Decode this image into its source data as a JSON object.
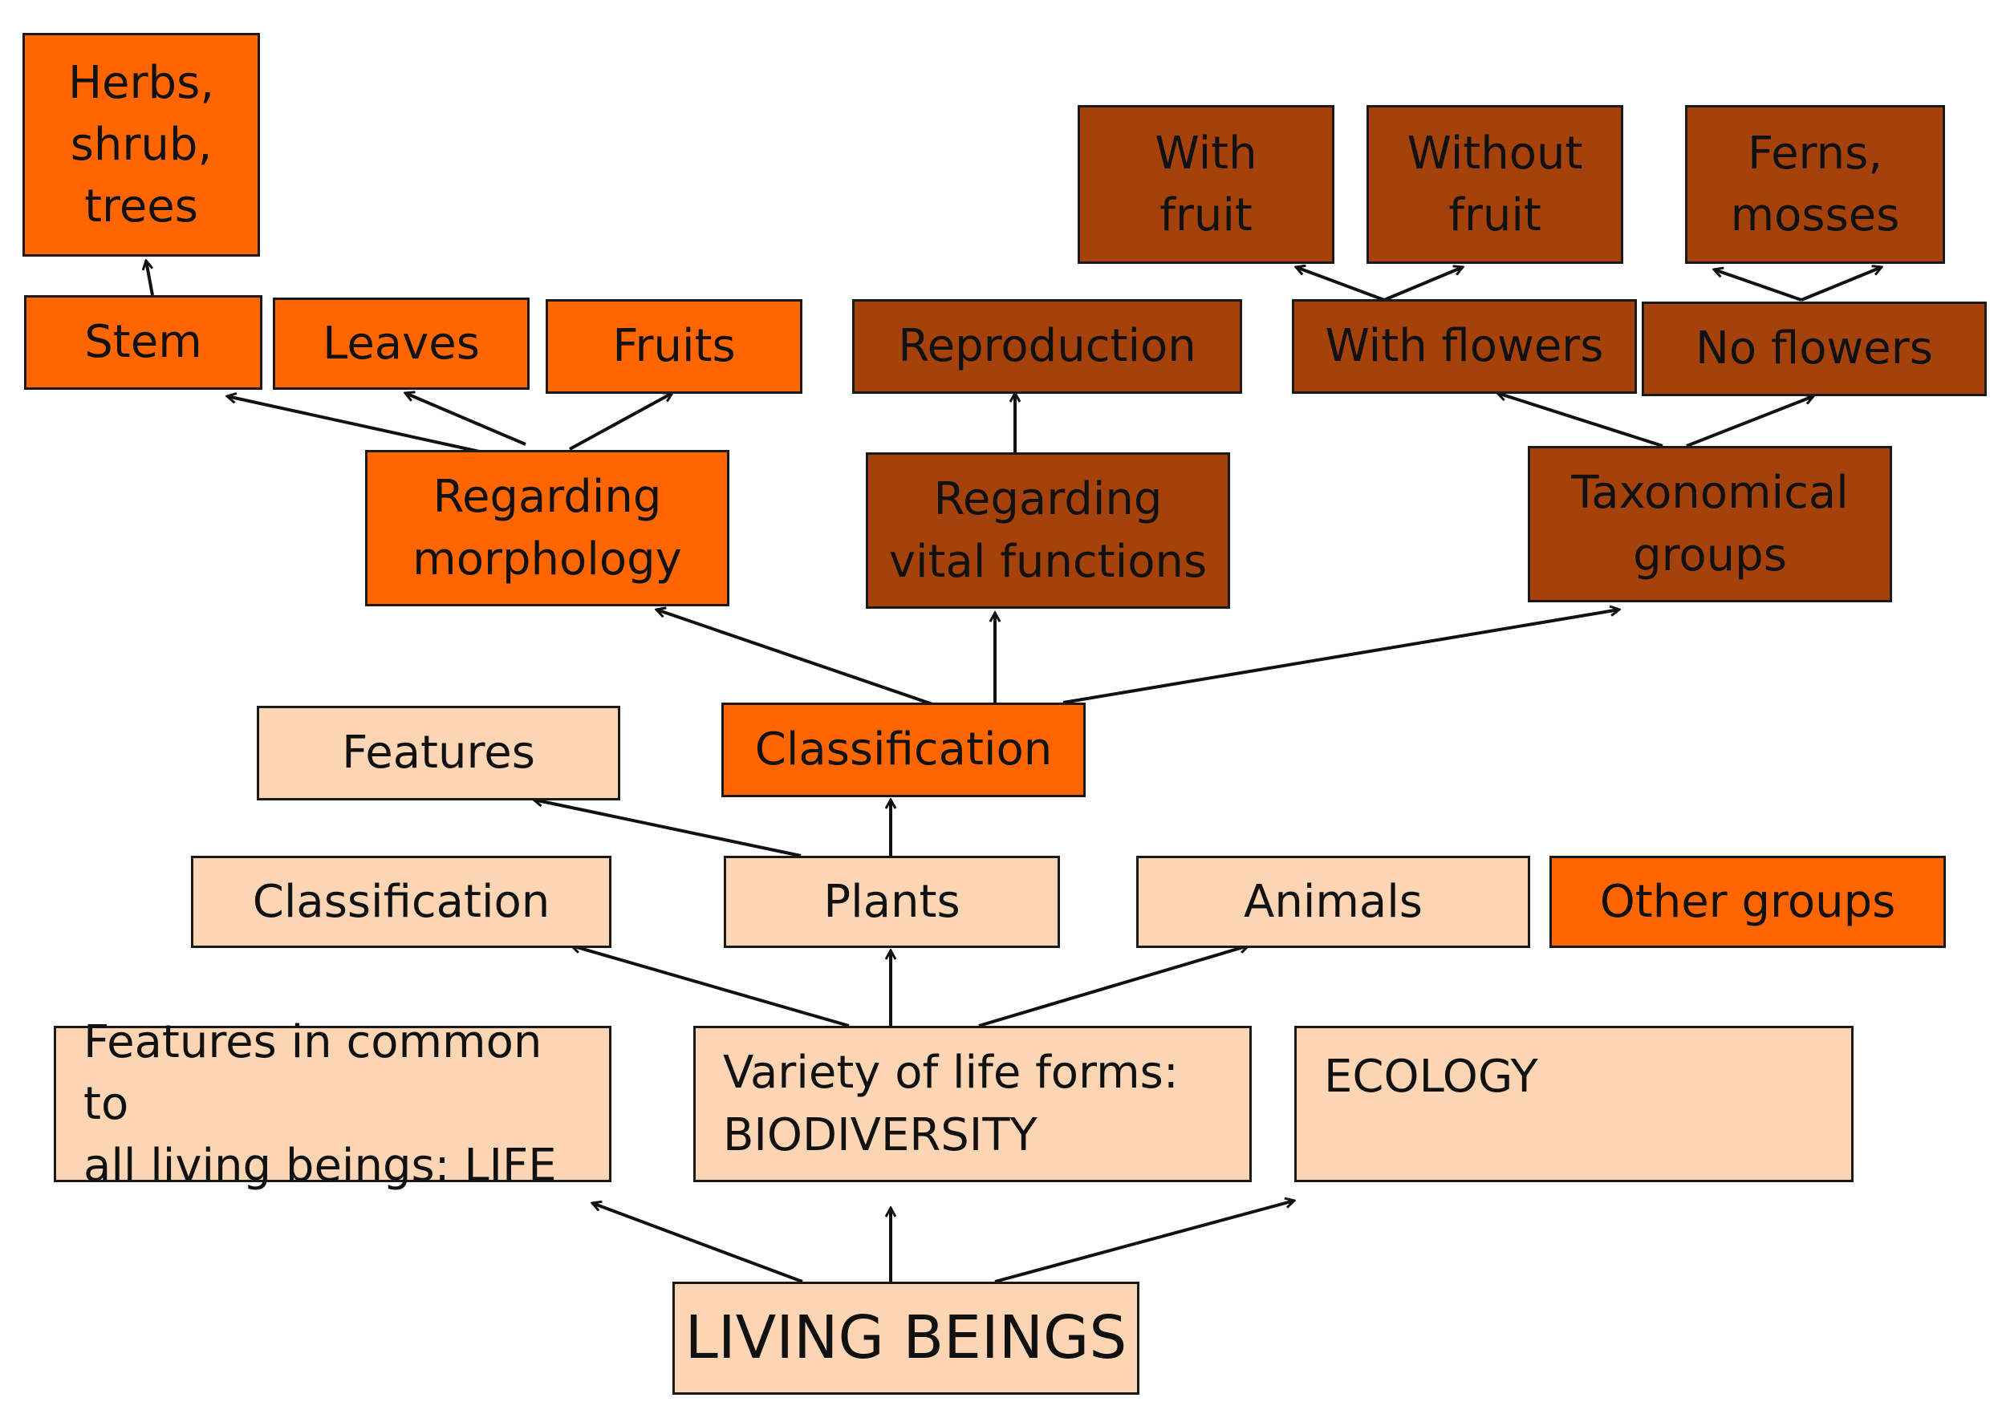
{
  "colors": {
    "light": "#fcd5b5",
    "orange": "#ff6600",
    "brown": "#a5410a",
    "outline": "#1a1a1a"
  },
  "nodes": {
    "living_beings": "LIVING BEINGS",
    "life": "Features in common to\nall  living beings: LIFE",
    "biodiversity": "Variety of life forms:\nBIODIVERSITY",
    "ecology": "ECOLOGY",
    "classification_general": "Classification",
    "plants": "Plants",
    "animals": "Animals",
    "other_groups": "Other groups",
    "features": "Features",
    "classification_plants": "Classification",
    "regarding_morphology": "Regarding\nmorphology",
    "regarding_vital_functions": "Regarding\nvital functions",
    "taxonomical_groups": "Taxonomical\ngroups",
    "stem": "Stem",
    "leaves": "Leaves",
    "fruits": "Fruits",
    "herbs_shrub_trees": "Herbs,\nshrub,\ntrees",
    "reproduction": "Reproduction",
    "with_flowers": "With flowers",
    "no_flowers": "No flowers",
    "with_fruit": "With\nfruit",
    "without_fruit": "Without\nfruit",
    "ferns_mosses": "Ferns,\nmosses"
  }
}
